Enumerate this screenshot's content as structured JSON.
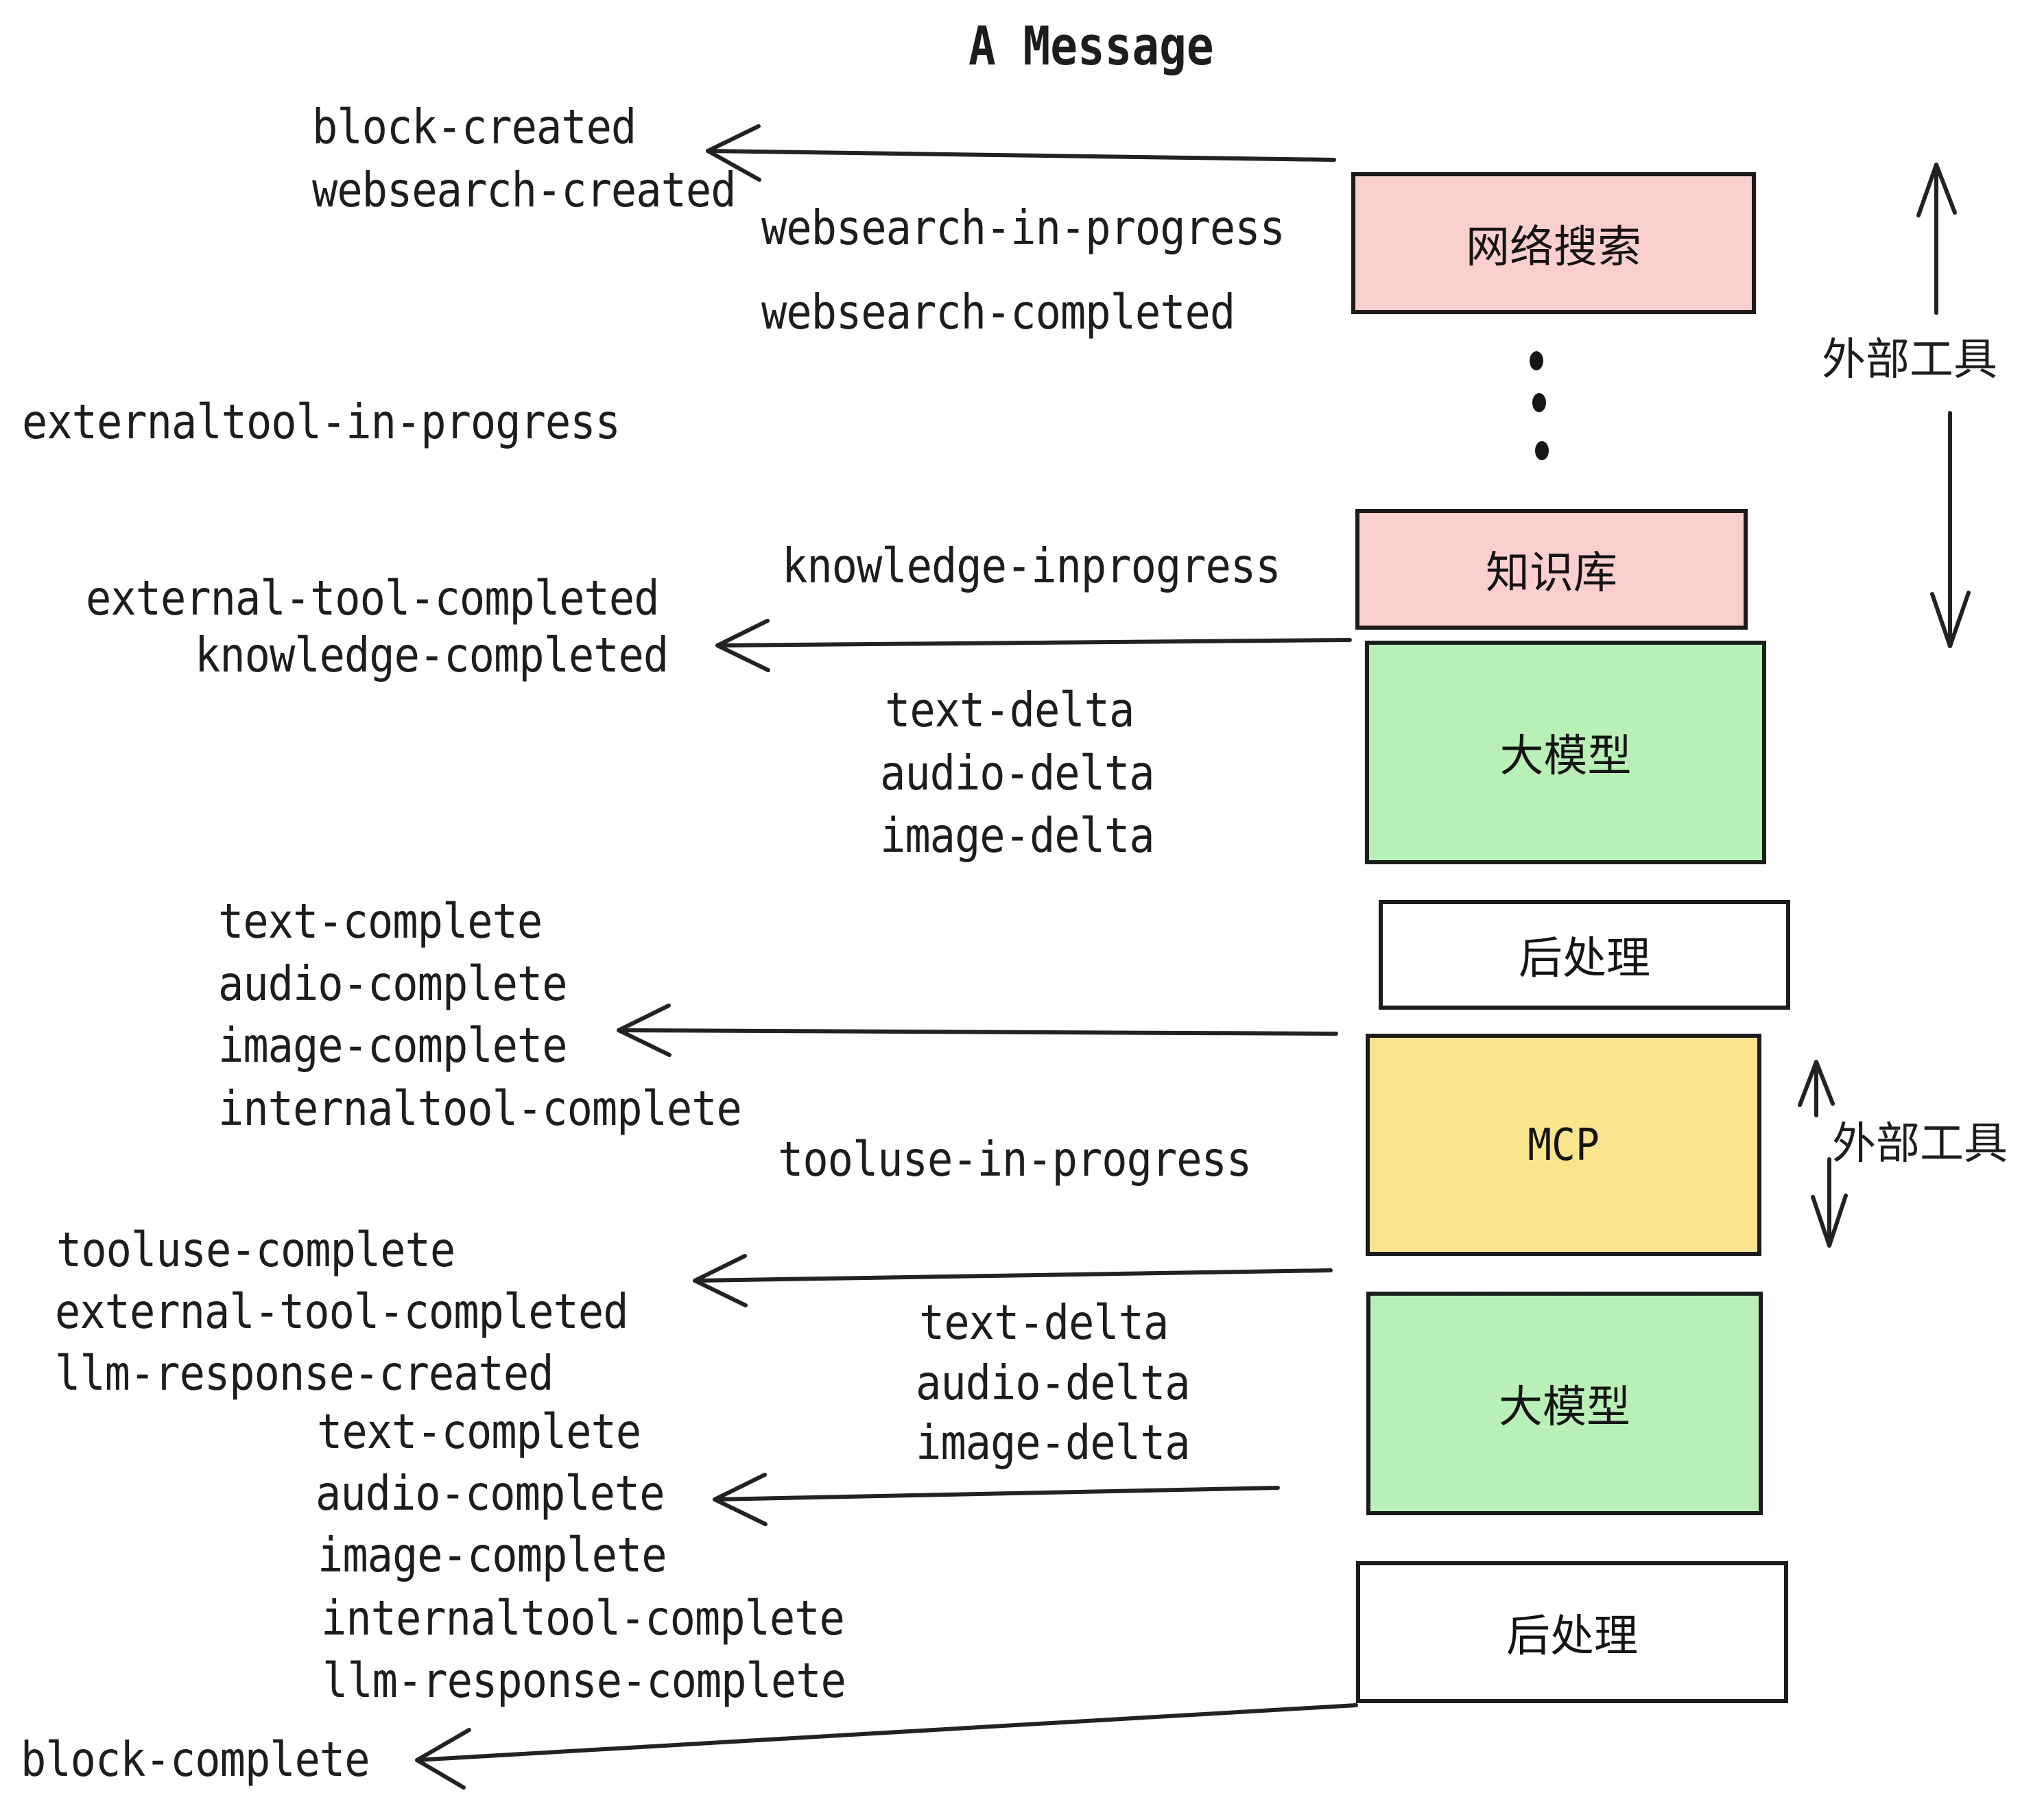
{
  "title": "A Message",
  "colors": {
    "background": "#ffffff",
    "ink": "#1d1d1d",
    "box_border": "#1c1c1c",
    "pink_box": "#fccfcf",
    "green_box": "#b9f0b8",
    "yellow_box": "#fae58c",
    "white_box": "#ffffff"
  },
  "boxes": [
    {
      "id": "websearch",
      "label": "网络搜索",
      "color": "#fccfcf"
    },
    {
      "id": "knowledge",
      "label": "知识库",
      "color": "#fccfcf"
    },
    {
      "id": "llm-1",
      "label": "大模型",
      "color": "#b9f0b8"
    },
    {
      "id": "post-1",
      "label": "后处理",
      "color": "#ffffff"
    },
    {
      "id": "mcp",
      "label": "MCP",
      "color": "#fae58c"
    },
    {
      "id": "llm-2",
      "label": "大模型",
      "color": "#b9f0b8"
    },
    {
      "id": "post-2",
      "label": "后处理",
      "color": "#ffffff"
    }
  ],
  "side_labels": [
    {
      "id": "external-tools-top",
      "label": "外部工具"
    },
    {
      "id": "external-tools-mcp",
      "label": "外部工具"
    }
  ],
  "events": [
    {
      "label": "block-created"
    },
    {
      "label": "websearch-created"
    },
    {
      "label": "websearch-in-progress"
    },
    {
      "label": "websearch-completed"
    },
    {
      "label": "externaltool-in-progress"
    },
    {
      "label": "knowledge-inprogress"
    },
    {
      "label": "external-tool-completed"
    },
    {
      "label": "knowledge-completed"
    },
    {
      "label": "text-delta"
    },
    {
      "label": "audio-delta"
    },
    {
      "label": "image-delta"
    },
    {
      "label": "text-complete"
    },
    {
      "label": "audio-complete"
    },
    {
      "label": "image-complete"
    },
    {
      "label": "internaltool-complete"
    },
    {
      "label": "tooluse-in-progress"
    },
    {
      "label": "tooluse-complete"
    },
    {
      "label": "external-tool-completed"
    },
    {
      "label": "llm-response-created"
    },
    {
      "label": "text-complete"
    },
    {
      "label": "audio-complete"
    },
    {
      "label": "image-complete"
    },
    {
      "label": "internaltool-complete"
    },
    {
      "label": "llm-response-complete"
    },
    {
      "label": "text-delta"
    },
    {
      "label": "audio-delta"
    },
    {
      "label": "image-delta"
    },
    {
      "label": "block-complete"
    }
  ]
}
